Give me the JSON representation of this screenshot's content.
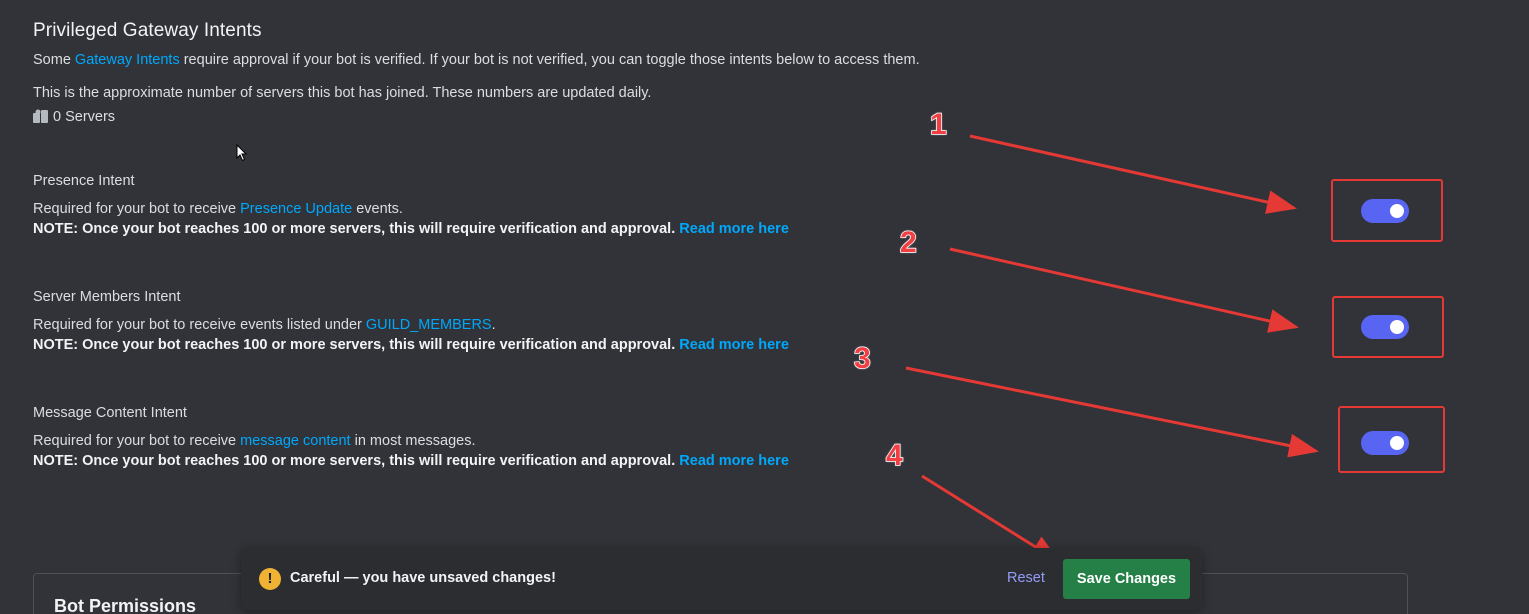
{
  "section": {
    "title": "Privileged Gateway Intents",
    "intro_prefix": "Some ",
    "intro_link": "Gateway Intents",
    "intro_suffix": " require approval if your bot is verified. If your bot is not verified, you can toggle those intents below to access them.",
    "servers_note": "This is the approximate number of servers this bot has joined. These numbers are updated daily.",
    "servers_count": "0 Servers",
    "servers_icon": "servers-icon"
  },
  "intents": [
    {
      "title": "Presence Intent",
      "desc_prefix": "Required for your bot to receive ",
      "desc_link": "Presence Update",
      "desc_suffix": " events.",
      "note": "NOTE: Once your bot reaches 100 or more servers, this will require verification and approval.",
      "read_more": "Read more here",
      "enabled": true
    },
    {
      "title": "Server Members Intent",
      "desc_prefix": "Required for your bot to receive events listed under ",
      "desc_link": "GUILD_MEMBERS",
      "desc_suffix": ".",
      "note": "NOTE: Once your bot reaches 100 or more servers, this will require verification and approval.",
      "read_more": "Read more here",
      "enabled": true
    },
    {
      "title": "Message Content Intent",
      "desc_prefix": "Required for your bot to receive ",
      "desc_link": "message content",
      "desc_suffix": " in most messages.",
      "note": "NOTE: Once your bot reaches 100 or more servers, this will require verification and approval.",
      "read_more": "Read more here",
      "enabled": true
    }
  ],
  "annotations": {
    "numbers": [
      "1",
      "2",
      "3",
      "4"
    ],
    "color": "#e53935"
  },
  "bot_permissions": {
    "title": "Bot Permissions"
  },
  "unsaved_bar": {
    "warning_icon": "!",
    "message": "Careful — you have unsaved changes!",
    "reset_label": "Reset",
    "save_label": "Save Changes"
  },
  "colors": {
    "background": "#313338",
    "link": "#00a8fc",
    "toggle_on": "#5865f2",
    "save_button": "#248046",
    "warning": "#f0b232"
  }
}
